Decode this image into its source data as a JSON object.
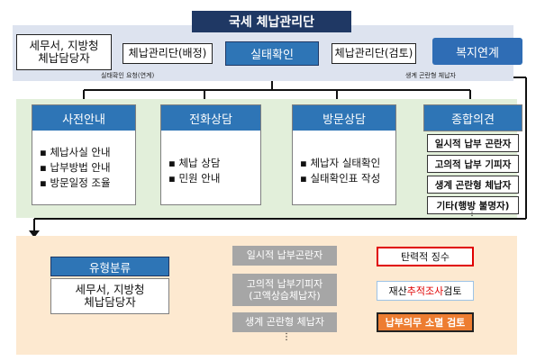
{
  "top": {
    "title": "국세 체납관리단",
    "tax_office_line1": "세무서, 지방청",
    "tax_office_line2": "체납담당자",
    "left_box": "체납관리단(배정)",
    "center_box": "실태확인",
    "right_box": "체납관리단(검토)",
    "welfare": "복지연계",
    "note_left": "실태확인 요청(연계)",
    "note_right": "생계 곤란형 체납자"
  },
  "stages": [
    {
      "title": "사전안내",
      "items": [
        "체납사실 안내",
        "납부방법 안내",
        "방문일정 조율"
      ]
    },
    {
      "title": "전화상담",
      "items": [
        "체납 상담",
        "민원 안내"
      ]
    },
    {
      "title": "방문상담",
      "items": [
        "체납자 실태확인",
        "실태확인표 작성"
      ]
    }
  ],
  "opinion": {
    "title": "종합의견",
    "items": [
      "일시적 납부 곤란자",
      "고의적 납부 기피자",
      "생계 곤란형 체납자",
      "기타(행방 불명자)"
    ],
    "more": "⋮"
  },
  "bottom": {
    "classify_title": "유형분류",
    "office_line1": "세무서, 지방청",
    "office_line2": "체납담당자",
    "types": [
      "일시적 납부곤란자",
      "고의적 납부기피자",
      "(고액상습체납자)",
      "생계 곤란형 체납자"
    ],
    "more": "⋮",
    "result1": "탄력적 징수",
    "result2_pre": "재산 ",
    "result2_hl": "추적조사",
    "result2_post": " 검토",
    "result3": "납부의무 소멸 검토"
  }
}
